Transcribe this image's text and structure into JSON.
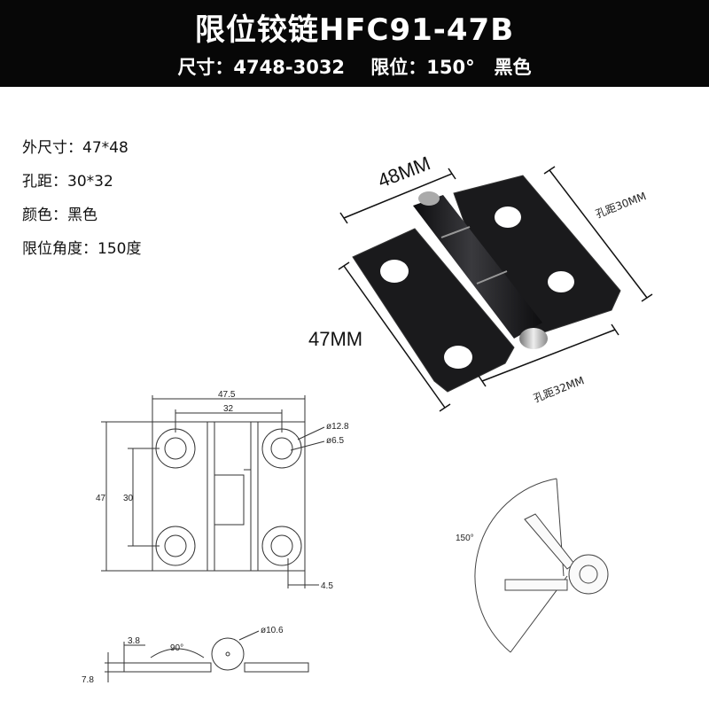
{
  "header": {
    "title": "限位铰链HFC91-47B",
    "subtitle": "尺寸：4748-3032    限位：150°   黑色"
  },
  "specs": [
    "外尺寸：47*48",
    "孔距：30*32",
    "颜色：黑色",
    "限位角度：150度"
  ],
  "photo_dims": {
    "width": "48MM",
    "height": "47MM",
    "hole_v": "孔距30MM",
    "hole_h": "孔距32MM"
  },
  "drawing": {
    "overall_w": "47.5",
    "hole_w": "32",
    "overall_h": "47",
    "hole_h": "30",
    "hole_outer": "ø12.8",
    "hole_inner": "ø6.5",
    "edge": "4.5",
    "angle_limit": "150°",
    "side_a": "3.8",
    "side_angle": "90°",
    "knuckle": "ø10.6",
    "thickness": "7.8"
  },
  "colors": {
    "header_bg": "#070707",
    "hinge_body": "#1a1a1c"
  }
}
